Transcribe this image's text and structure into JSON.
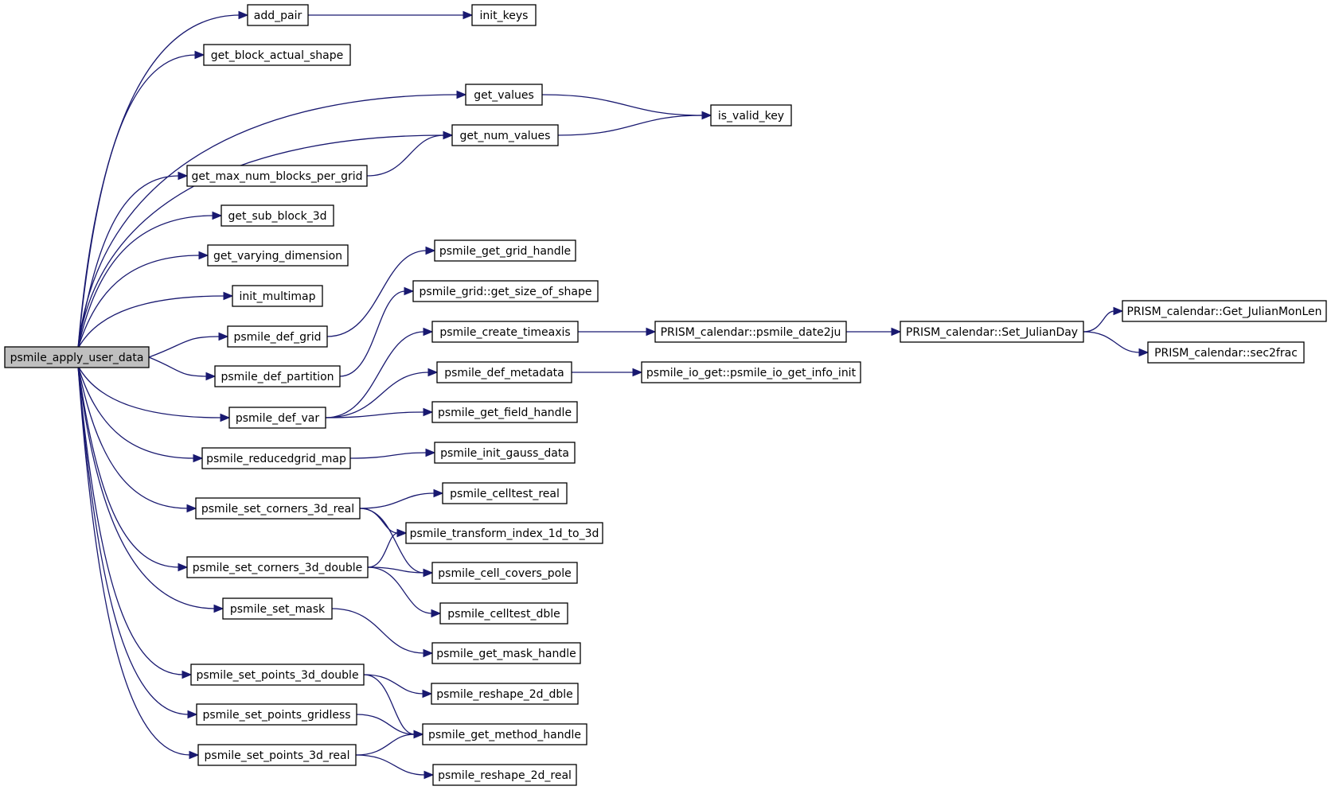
{
  "graph": {
    "root": "psmile_apply_user_data",
    "nodes": [
      {
        "id": "psmile_apply_user_data",
        "label": "psmile_apply_user_data",
        "root": true
      },
      {
        "id": "add_pair",
        "label": "add_pair"
      },
      {
        "id": "init_keys",
        "label": "init_keys"
      },
      {
        "id": "get_block_actual_shape",
        "label": "get_block_actual_shape"
      },
      {
        "id": "get_values",
        "label": "get_values"
      },
      {
        "id": "is_valid_key",
        "label": "is_valid_key"
      },
      {
        "id": "get_num_values",
        "label": "get_num_values"
      },
      {
        "id": "get_max_num_blocks_per_grid",
        "label": "get_max_num_blocks_per_grid"
      },
      {
        "id": "get_sub_block_3d",
        "label": "get_sub_block_3d"
      },
      {
        "id": "get_varying_dimension",
        "label": "get_varying_dimension"
      },
      {
        "id": "init_multimap",
        "label": "init_multimap"
      },
      {
        "id": "psmile_get_grid_handle",
        "label": "psmile_get_grid_handle"
      },
      {
        "id": "psmile_grid_get_size_of_shape",
        "label": "psmile_grid::get_size_of_shape"
      },
      {
        "id": "psmile_def_grid",
        "label": "psmile_def_grid"
      },
      {
        "id": "psmile_create_timeaxis",
        "label": "psmile_create_timeaxis"
      },
      {
        "id": "prism_psmile_date2ju",
        "label": "PRISM_calendar::psmile_date2ju"
      },
      {
        "id": "prism_set_julianday",
        "label": "PRISM_calendar::Set_JulianDay"
      },
      {
        "id": "prism_get_julianmonlen",
        "label": "PRISM_calendar::Get_JulianMonLen"
      },
      {
        "id": "prism_sec2frac",
        "label": "PRISM_calendar::sec2frac"
      },
      {
        "id": "psmile_def_partition",
        "label": "psmile_def_partition"
      },
      {
        "id": "psmile_def_metadata",
        "label": "psmile_def_metadata"
      },
      {
        "id": "psmile_io_get_info_init",
        "label": "psmile_io_get::psmile_io_get_info_init"
      },
      {
        "id": "psmile_def_var",
        "label": "psmile_def_var"
      },
      {
        "id": "psmile_get_field_handle",
        "label": "psmile_get_field_handle"
      },
      {
        "id": "psmile_reducedgrid_map",
        "label": "psmile_reducedgrid_map"
      },
      {
        "id": "psmile_init_gauss_data",
        "label": "psmile_init_gauss_data"
      },
      {
        "id": "psmile_celltest_real",
        "label": "psmile_celltest_real"
      },
      {
        "id": "psmile_set_corners_3d_real",
        "label": "psmile_set_corners_3d_real"
      },
      {
        "id": "psmile_transform_index_1d_to_3d",
        "label": "psmile_transform_index_1d_to_3d"
      },
      {
        "id": "psmile_set_corners_3d_double",
        "label": "psmile_set_corners_3d_double"
      },
      {
        "id": "psmile_cell_covers_pole",
        "label": "psmile_cell_covers_pole"
      },
      {
        "id": "psmile_celltest_dble",
        "label": "psmile_celltest_dble"
      },
      {
        "id": "psmile_set_mask",
        "label": "psmile_set_mask"
      },
      {
        "id": "psmile_get_mask_handle",
        "label": "psmile_get_mask_handle"
      },
      {
        "id": "psmile_set_points_3d_double",
        "label": "psmile_set_points_3d_double"
      },
      {
        "id": "psmile_reshape_2d_dble",
        "label": "psmile_reshape_2d_dble"
      },
      {
        "id": "psmile_set_points_gridless",
        "label": "psmile_set_points_gridless"
      },
      {
        "id": "psmile_get_method_handle",
        "label": "psmile_get_method_handle"
      },
      {
        "id": "psmile_set_points_3d_real",
        "label": "psmile_set_points_3d_real"
      },
      {
        "id": "psmile_reshape_2d_real",
        "label": "psmile_reshape_2d_real"
      }
    ],
    "edges": [
      {
        "from": "psmile_apply_user_data",
        "to": "add_pair"
      },
      {
        "from": "psmile_apply_user_data",
        "to": "get_block_actual_shape"
      },
      {
        "from": "psmile_apply_user_data",
        "to": "get_values"
      },
      {
        "from": "psmile_apply_user_data",
        "to": "get_num_values"
      },
      {
        "from": "psmile_apply_user_data",
        "to": "get_max_num_blocks_per_grid"
      },
      {
        "from": "psmile_apply_user_data",
        "to": "get_sub_block_3d"
      },
      {
        "from": "psmile_apply_user_data",
        "to": "get_varying_dimension"
      },
      {
        "from": "psmile_apply_user_data",
        "to": "init_multimap"
      },
      {
        "from": "psmile_apply_user_data",
        "to": "psmile_def_grid"
      },
      {
        "from": "psmile_apply_user_data",
        "to": "psmile_def_partition"
      },
      {
        "from": "psmile_apply_user_data",
        "to": "psmile_def_var"
      },
      {
        "from": "psmile_apply_user_data",
        "to": "psmile_reducedgrid_map"
      },
      {
        "from": "psmile_apply_user_data",
        "to": "psmile_set_corners_3d_real"
      },
      {
        "from": "psmile_apply_user_data",
        "to": "psmile_set_corners_3d_double"
      },
      {
        "from": "psmile_apply_user_data",
        "to": "psmile_set_mask"
      },
      {
        "from": "psmile_apply_user_data",
        "to": "psmile_set_points_3d_double"
      },
      {
        "from": "psmile_apply_user_data",
        "to": "psmile_set_points_gridless"
      },
      {
        "from": "psmile_apply_user_data",
        "to": "psmile_set_points_3d_real"
      },
      {
        "from": "add_pair",
        "to": "init_keys"
      },
      {
        "from": "get_values",
        "to": "is_valid_key"
      },
      {
        "from": "get_num_values",
        "to": "is_valid_key"
      },
      {
        "from": "get_max_num_blocks_per_grid",
        "to": "get_num_values"
      },
      {
        "from": "psmile_def_grid",
        "to": "psmile_get_grid_handle"
      },
      {
        "from": "psmile_def_partition",
        "to": "psmile_grid_get_size_of_shape"
      },
      {
        "from": "psmile_def_var",
        "to": "psmile_create_timeaxis"
      },
      {
        "from": "psmile_def_var",
        "to": "psmile_def_metadata"
      },
      {
        "from": "psmile_def_var",
        "to": "psmile_get_field_handle"
      },
      {
        "from": "psmile_create_timeaxis",
        "to": "prism_psmile_date2ju"
      },
      {
        "from": "prism_psmile_date2ju",
        "to": "prism_set_julianday"
      },
      {
        "from": "prism_set_julianday",
        "to": "prism_get_julianmonlen"
      },
      {
        "from": "prism_set_julianday",
        "to": "prism_sec2frac"
      },
      {
        "from": "psmile_def_metadata",
        "to": "psmile_io_get_info_init"
      },
      {
        "from": "psmile_reducedgrid_map",
        "to": "psmile_init_gauss_data"
      },
      {
        "from": "psmile_set_corners_3d_real",
        "to": "psmile_celltest_real"
      },
      {
        "from": "psmile_set_corners_3d_real",
        "to": "psmile_transform_index_1d_to_3d"
      },
      {
        "from": "psmile_set_corners_3d_real",
        "to": "psmile_cell_covers_pole"
      },
      {
        "from": "psmile_set_corners_3d_double",
        "to": "psmile_transform_index_1d_to_3d"
      },
      {
        "from": "psmile_set_corners_3d_double",
        "to": "psmile_cell_covers_pole"
      },
      {
        "from": "psmile_set_corners_3d_double",
        "to": "psmile_celltest_dble"
      },
      {
        "from": "psmile_set_mask",
        "to": "psmile_get_mask_handle"
      },
      {
        "from": "psmile_set_points_3d_double",
        "to": "psmile_reshape_2d_dble"
      },
      {
        "from": "psmile_set_points_3d_double",
        "to": "psmile_get_method_handle"
      },
      {
        "from": "psmile_set_points_gridless",
        "to": "psmile_get_method_handle"
      },
      {
        "from": "psmile_set_points_3d_real",
        "to": "psmile_get_method_handle"
      },
      {
        "from": "psmile_set_points_3d_real",
        "to": "psmile_reshape_2d_real"
      }
    ]
  },
  "colors": {
    "edge": "#191970",
    "node_border": "#000000",
    "node_fill": "#ffffff",
    "root_fill": "#bfbfbf",
    "background": "#ffffff"
  }
}
